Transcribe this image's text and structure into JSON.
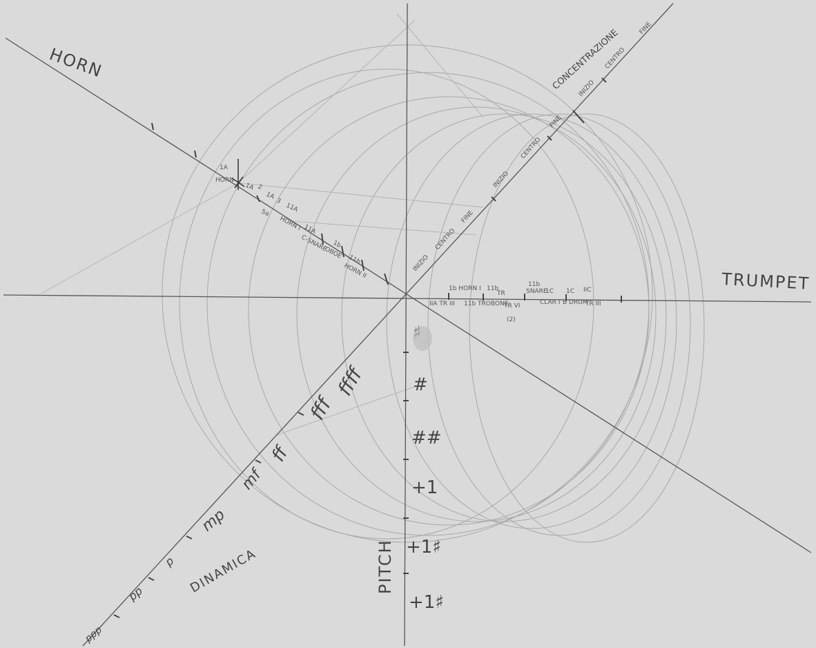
{
  "axes": {
    "horn": "HORN",
    "trumpet": "TRUMPET",
    "pitch": "PITCH",
    "dinamica": "DINAMICA"
  },
  "concentration_labels": [
    "INIZIO",
    "CENTRO",
    "FINE",
    "INIZIO",
    "CENTRO",
    "FINE",
    "INIZIO",
    "CENTRO",
    "FINE"
  ],
  "concentration_title": "CONCENTRAZIONE",
  "horn_marks": [
    "1A",
    "HORN",
    "1A",
    "2",
    "1A",
    "3",
    "11A",
    "5a",
    "HORN I",
    "11A",
    "C-SNARE",
    "1b",
    "OBOE",
    "11b",
    "HORN II"
  ],
  "trumpet_marks": [
    "1b HORN I",
    "11b",
    "TR",
    "11b",
    "SNARE",
    "1C",
    "1C",
    "IIC",
    "IIA TR III",
    "11b TROBONE",
    "TR VI",
    "(2)",
    "CLAR I",
    "B DRUM",
    "TR III"
  ],
  "dynamics": [
    "ppp",
    "pp",
    "p",
    "mp",
    "mf",
    "ff",
    "fff",
    "ffff"
  ],
  "pitch_marks": [
    "♯",
    "#",
    "##",
    "+1",
    "+1♯",
    "+1♯"
  ]
}
